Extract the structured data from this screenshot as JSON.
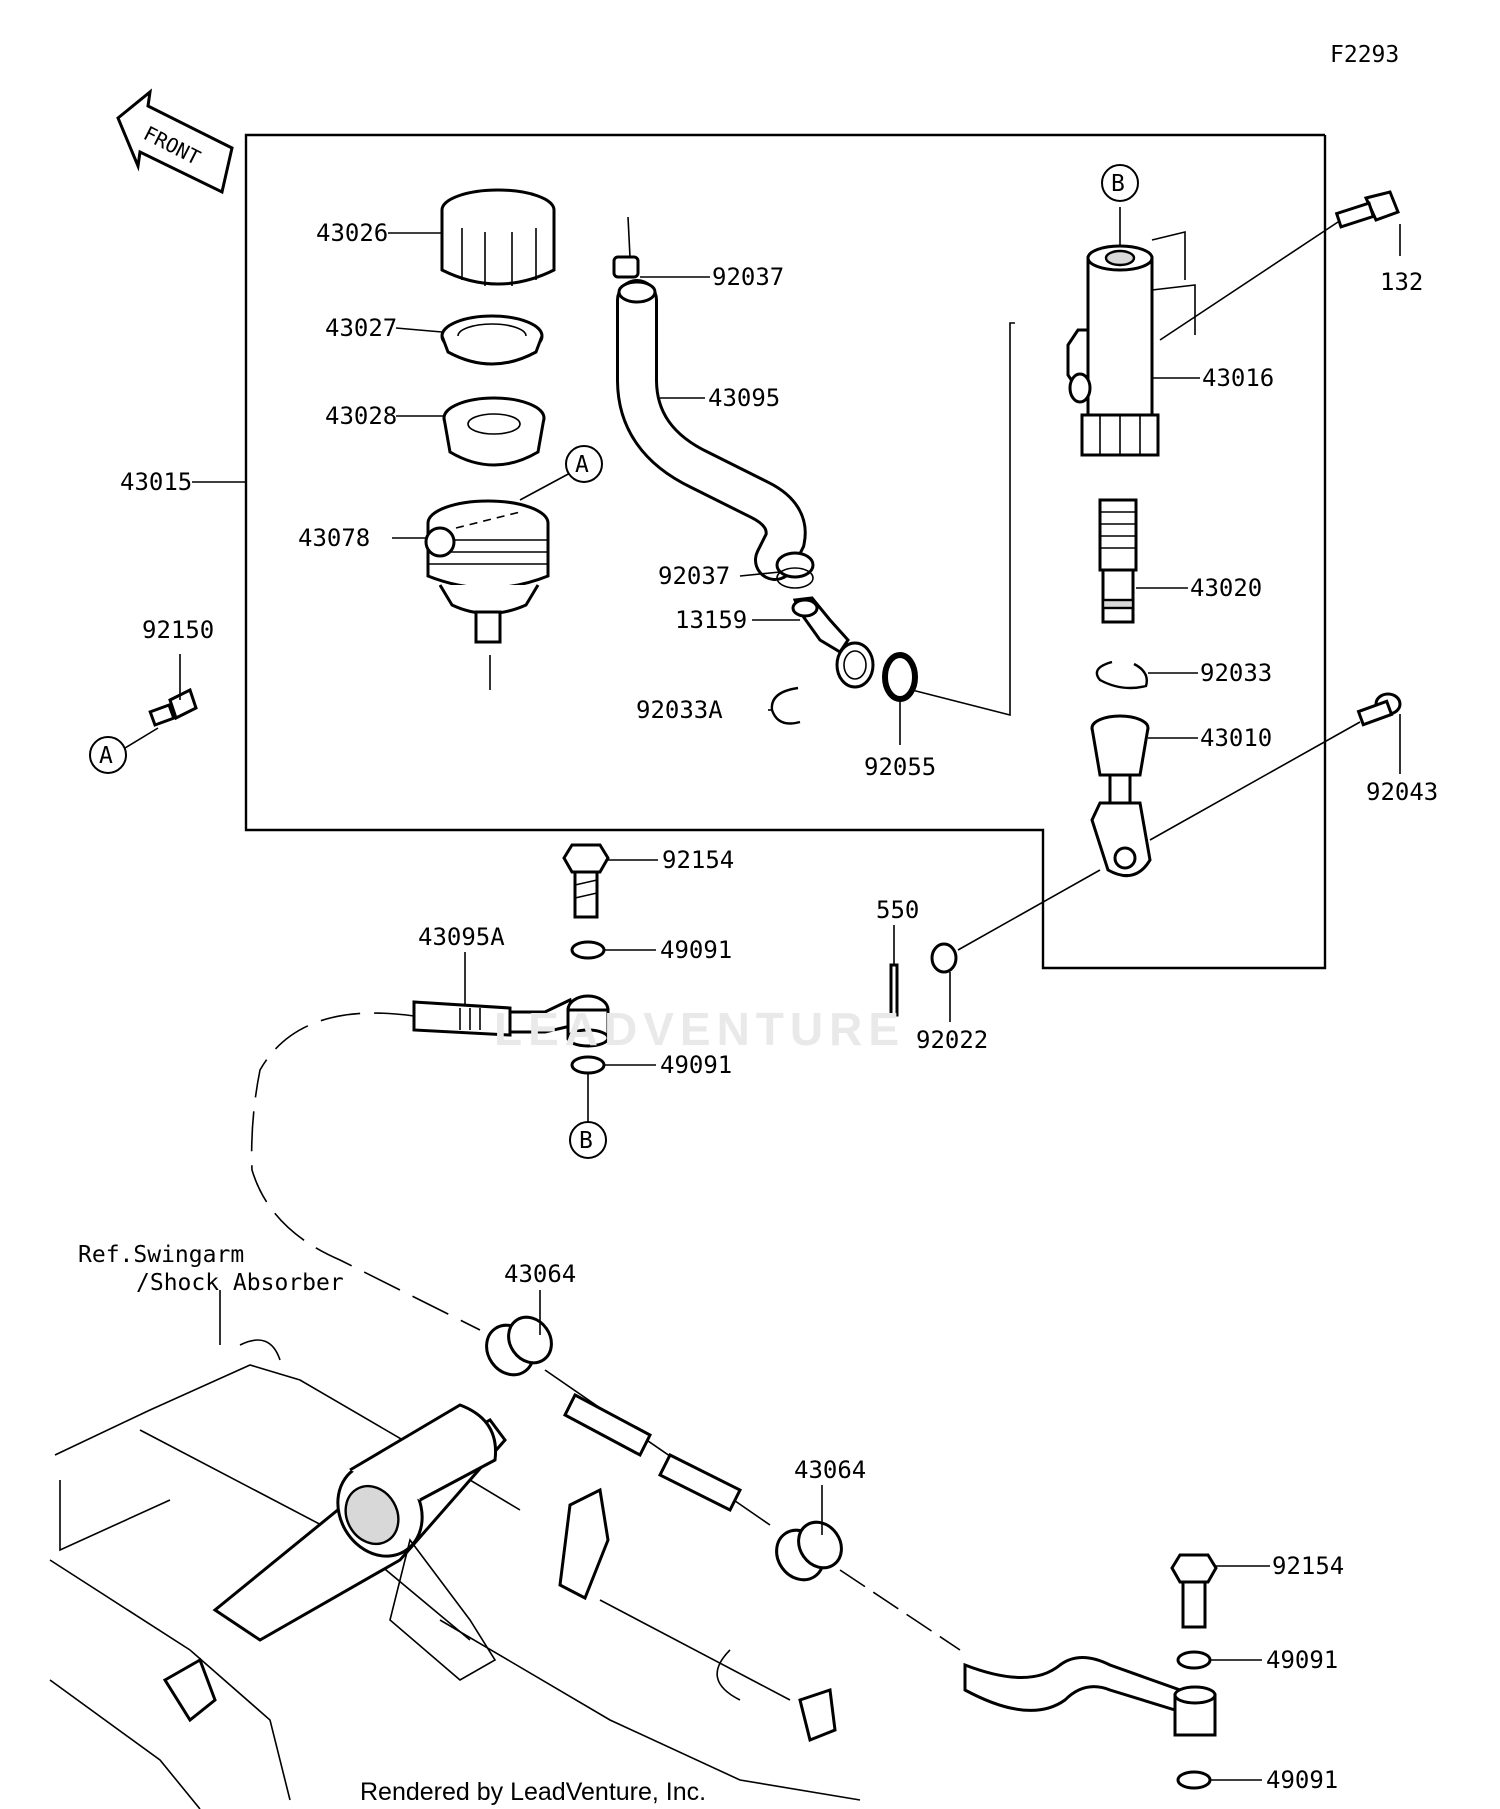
{
  "figure_id": "F2293",
  "front_label": "FRONT",
  "reference_note_line1": "Ref.Swingarm",
  "reference_note_line2": "/Shock Absorber",
  "footer": "Rendered by LeadVenture, Inc.",
  "watermark": "LEADVENTURE",
  "callout_markers": [
    "A",
    "B"
  ],
  "part_labels": {
    "p43026": "43026",
    "p43027": "43027",
    "p43028": "43028",
    "p43078": "43078",
    "p43015": "43015",
    "p92150": "92150",
    "p92037_top": "92037",
    "p43095": "43095",
    "p92037_mid": "92037",
    "p13159": "13159",
    "p92033A": "92033A",
    "p92055": "92055",
    "p43016": "43016",
    "p132": "132",
    "p43020": "43020",
    "p92033": "92033",
    "p43010": "43010",
    "p92043": "92043",
    "p92154_top": "92154",
    "p49091_a": "49091",
    "p49091_b": "49091",
    "p43095A": "43095A",
    "p550": "550",
    "p92022": "92022",
    "p43064_a": "43064",
    "p43064_b": "43064",
    "p92154_bot": "92154",
    "p49091_c": "49091",
    "p49091_d": "49091"
  }
}
